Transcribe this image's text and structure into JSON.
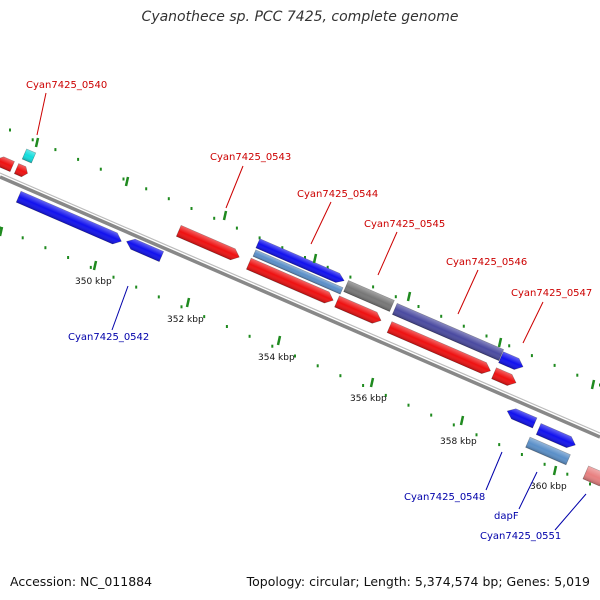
{
  "title": "Cyanothece sp. PCC 7425, complete genome",
  "footer": {
    "accession": "Accession: NC_011884",
    "topology": "Topology: circular; Length: 5,374,574 bp; Genes: 5,019"
  },
  "ticks": [
    {
      "label": "350 kbp",
      "kbp": 350
    },
    {
      "label": "352 kbp",
      "kbp": 352
    },
    {
      "label": "354 kbp",
      "kbp": 354
    },
    {
      "label": "356 kbp",
      "kbp": 356
    },
    {
      "label": "358 kbp",
      "kbp": 358
    },
    {
      "label": "360 kbp",
      "kbp": 360
    }
  ],
  "labels": [
    {
      "text": "Cyan7425_0540",
      "strand": "forward",
      "color": "#cc0000"
    },
    {
      "text": "Cyan7425_0543",
      "strand": "forward",
      "color": "#cc0000"
    },
    {
      "text": "Cyan7425_0544",
      "strand": "forward",
      "color": "#cc0000"
    },
    {
      "text": "Cyan7425_0545",
      "strand": "forward",
      "color": "#cc0000"
    },
    {
      "text": "Cyan7425_0546",
      "strand": "forward",
      "color": "#cc0000"
    },
    {
      "text": "Cyan7425_0547",
      "strand": "forward",
      "color": "#cc0000"
    },
    {
      "text": "Cyan7425_0542",
      "strand": "reverse",
      "color": "#0000aa"
    },
    {
      "text": "Cyan7425_0548",
      "strand": "reverse",
      "color": "#0000aa"
    },
    {
      "text": "dapF",
      "strand": "reverse",
      "color": "#0000aa"
    },
    {
      "text": "Cyan7425_0551",
      "strand": "reverse",
      "color": "#0000aa"
    }
  ],
  "colors": {
    "forward_label": "#cc0000",
    "reverse_label": "#0000aa",
    "backbone": "#888888",
    "dots": "#1f8a1f",
    "red_gene": "#ee1111",
    "blue_gene": "#1111ee",
    "cyan_gene": "#11dddd",
    "steel_gene": "#5a8fc8",
    "gray_gene": "#777777",
    "slate_gene": "#4a4aa0",
    "pink_gene": "#e88080"
  }
}
